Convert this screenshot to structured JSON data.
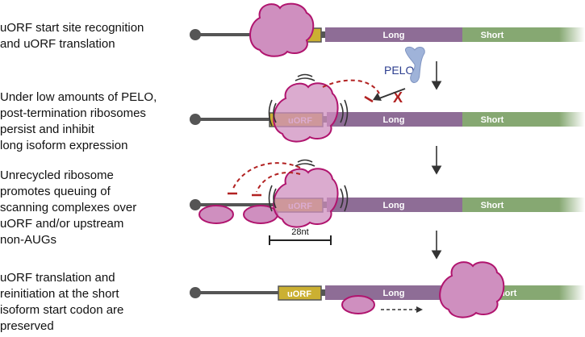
{
  "captions": {
    "step1": [
      "uORF start site recognition",
      "and uORF translation"
    ],
    "step2": [
      "Under low amounts of PELO,",
      "post-termination ribosomes",
      "persist and inhibit",
      "long isoform expression"
    ],
    "step3": [
      "Unrecycled ribosome",
      "promotes queuing of",
      "scanning complexes over",
      "uORF and/or upstream",
      "non-AUGs"
    ],
    "step4": [
      "uORF translation and",
      "reinitiation at the short",
      "isoform start codon are",
      "preserved"
    ]
  },
  "segments": {
    "uorf": "uORF",
    "long": "Long",
    "short": "Short"
  },
  "pelo_label": "PELO",
  "scale_label": "28nt",
  "colors": {
    "ribosome_fill": "#cf8fbf",
    "ribosome_stroke": "#b0146e",
    "uorf": "#cbb032",
    "long": "#8e6d96",
    "short": "#86a872",
    "inhibition": "#b22222",
    "pelo": "#9fb3d9"
  }
}
